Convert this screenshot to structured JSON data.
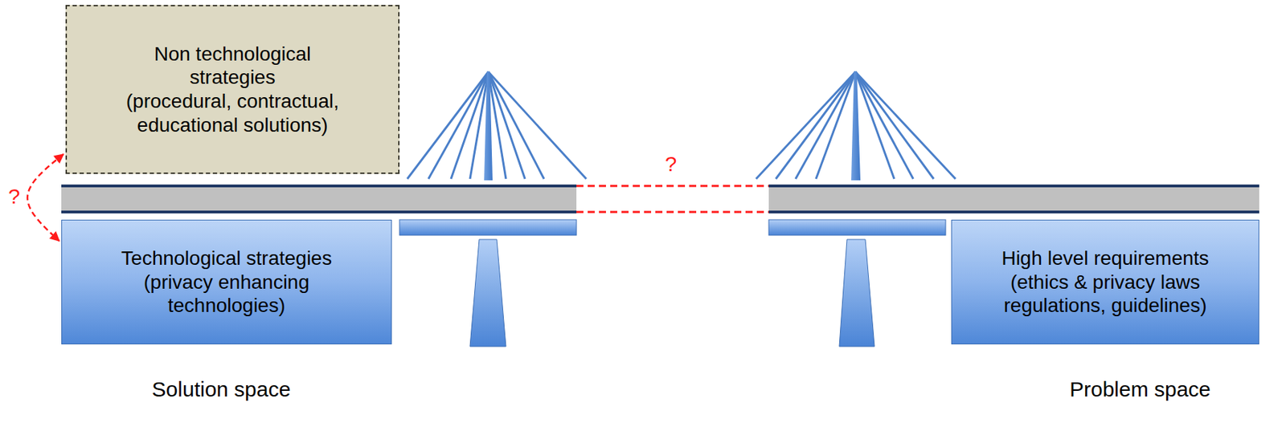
{
  "diagram": {
    "nodes": [
      {
        "text": [
          "Non technological strategies",
          "(procedural, contractual, educational solutions)"
        ]
      },
      {
        "text": [
          "Technological strategies",
          "(privacy enhancing technologies)"
        ]
      },
      {
        "text": [
          "High level requirements",
          "(ethics & privacy laws regulations, guidelines)"
        ]
      }
    ],
    "edges": [
      {
        "from": 0,
        "to": 1,
        "arrow": "both"
      }
    ],
    "labels": [
      "?",
      "?",
      "Solution space",
      "Problem space"
    ]
  }
}
